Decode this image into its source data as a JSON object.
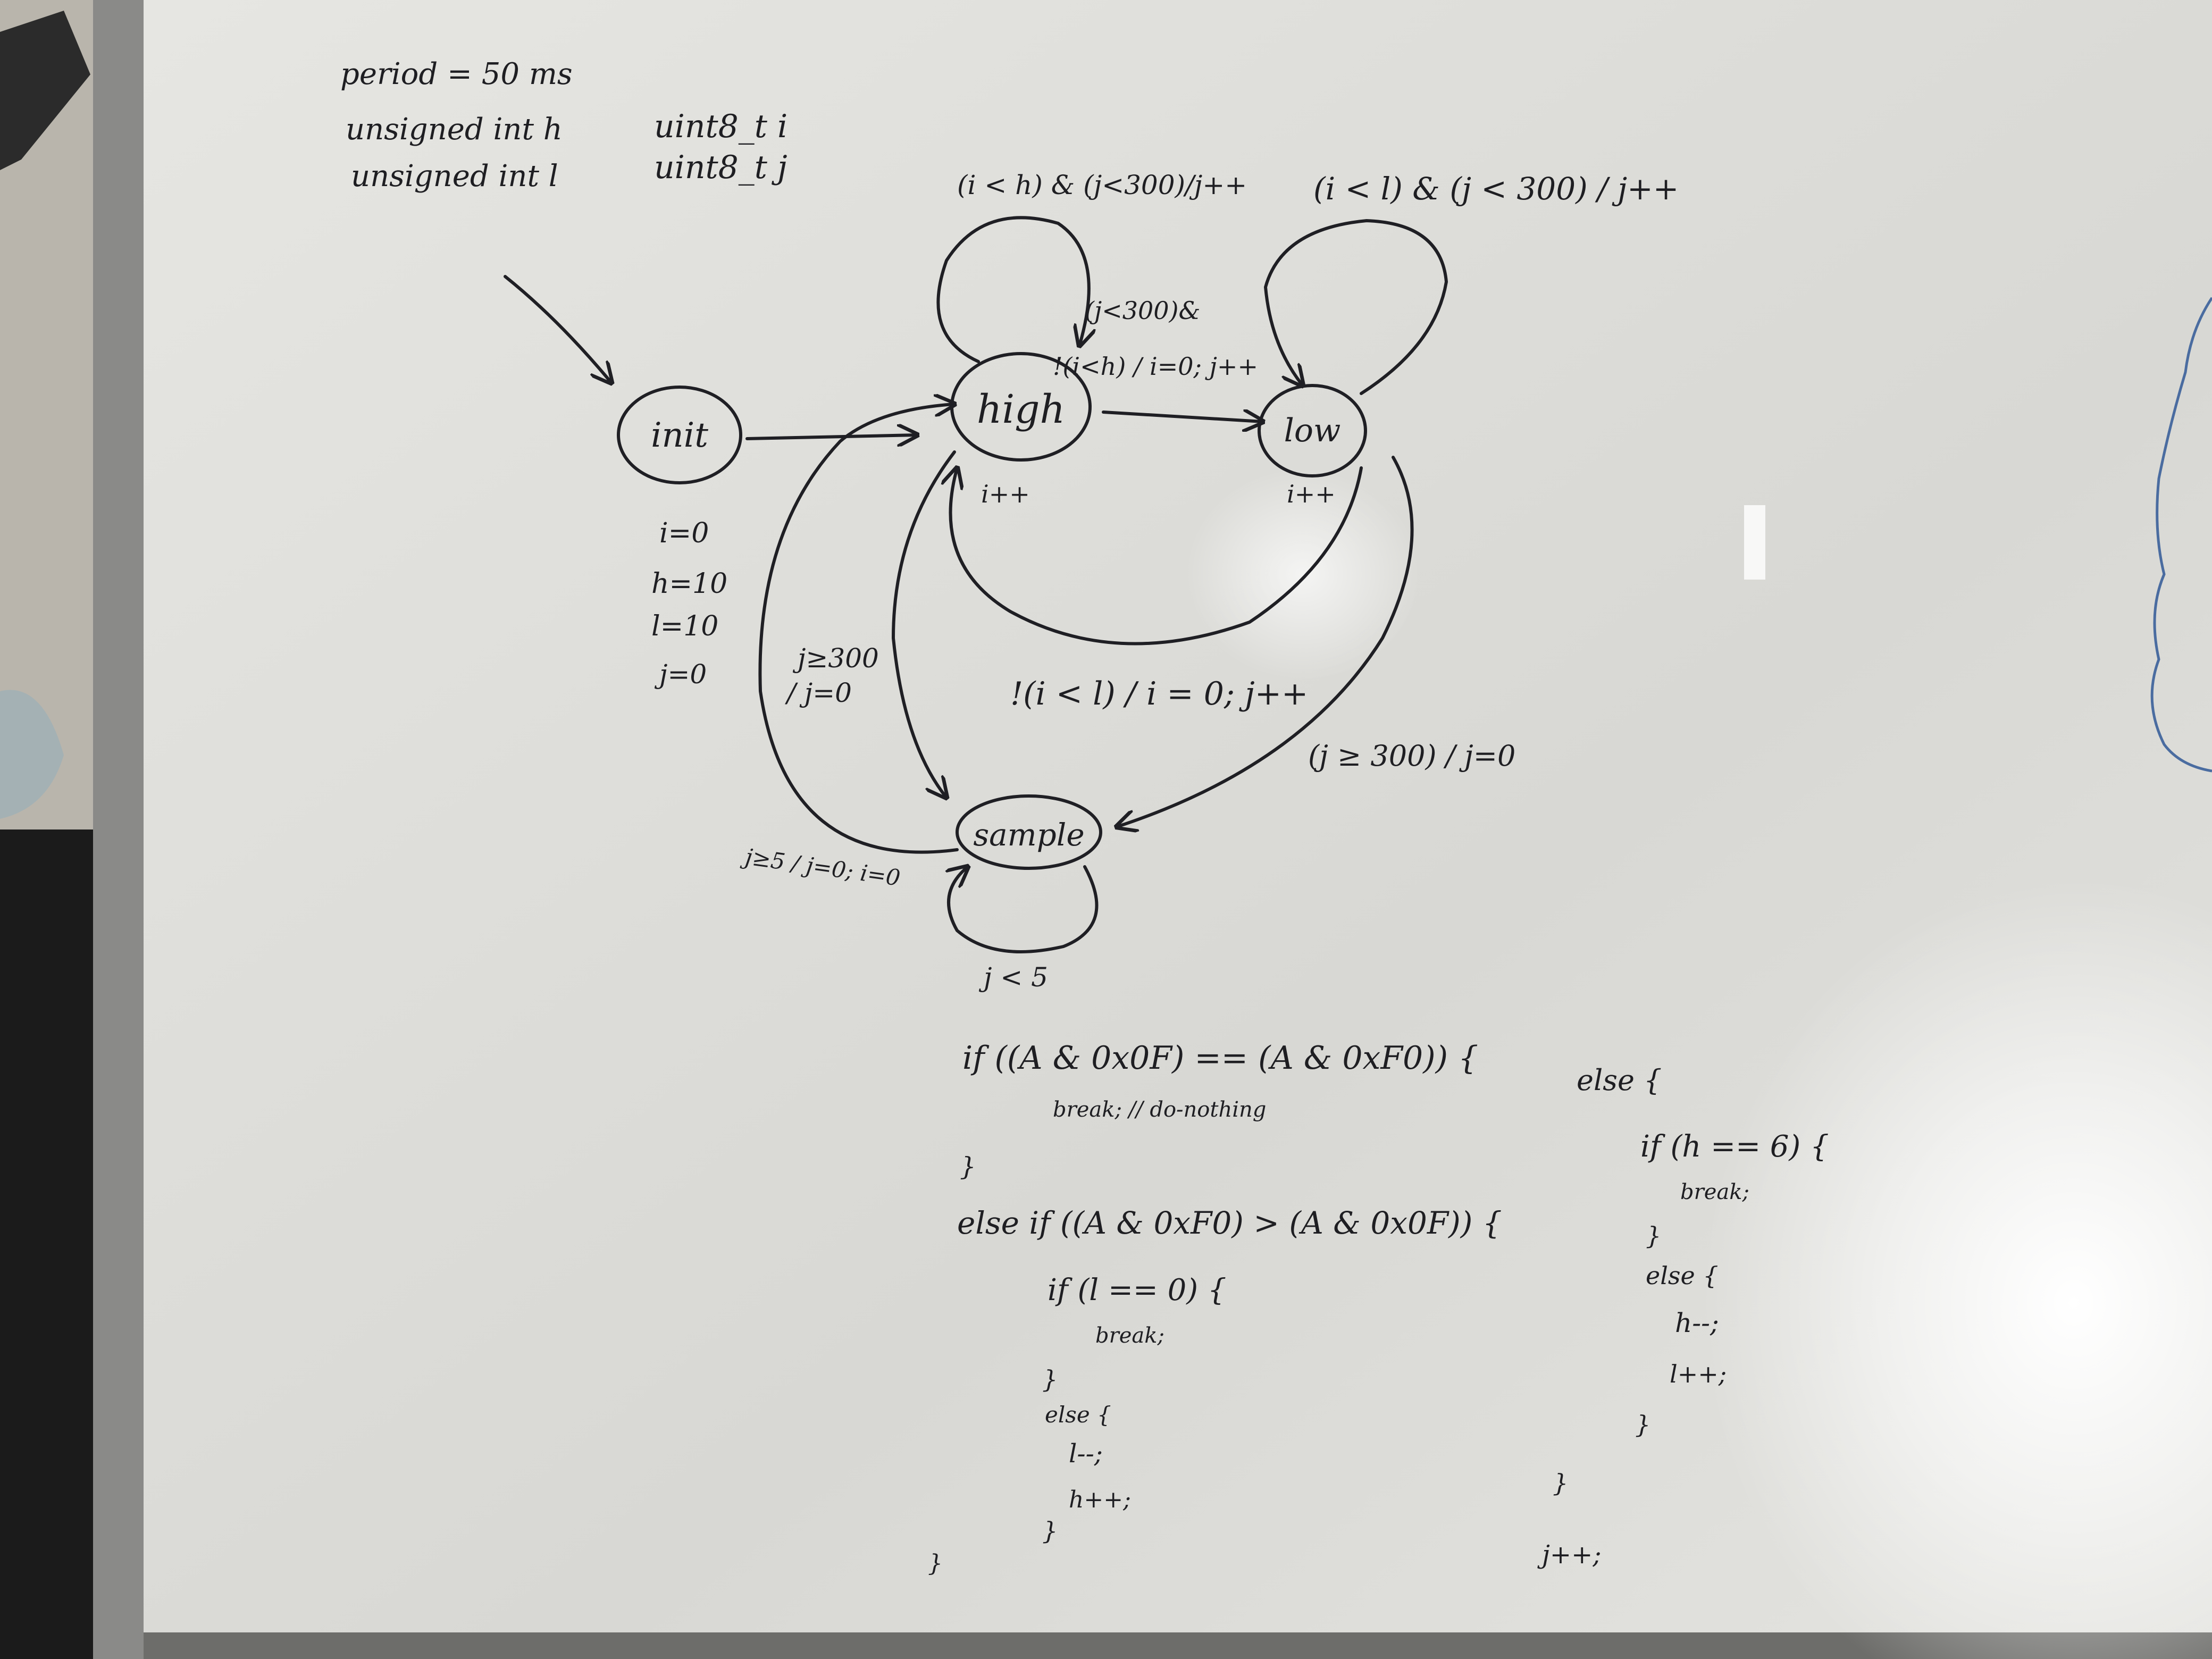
{
  "declarations": {
    "period": "period = 50 ms",
    "h_decl": "unsigned int h",
    "l_decl": "unsigned int l",
    "i_decl": "uint8_t i",
    "j_decl": "uint8_t j"
  },
  "states": {
    "init": "init",
    "high": "high",
    "low": "low",
    "sample": "sample"
  },
  "init_actions": [
    "i=0",
    "h=10",
    "l=10",
    "j=0"
  ],
  "state_actions": {
    "high": "i++",
    "low": "i++"
  },
  "transitions": {
    "high_self": "(i < h) & (j<300)/j++",
    "low_self": "(i < l) & (j < 300) / j++",
    "high_to_low_1": "(j<300)&",
    "high_to_low_2": "!(i<h) / i=0; j++",
    "low_to_high": "!(i < l) / i = 0; j++",
    "low_to_sample": "(j ≥ 300) / j=0",
    "high_to_sample_1": "j≥300",
    "high_to_sample_2": "/ j=0",
    "sample_to_high": "j≥5 / j=0; i=0",
    "sample_self": "j < 5"
  },
  "code_left": {
    "l1": "if ((A & 0x0F) == (A & 0xF0)) {",
    "l2": "break; // do-nothing",
    "l3": "}",
    "l4": "else if ((A & 0xF0) > (A & 0x0F)) {",
    "l5": "if (l == 0) {",
    "l6": "break;",
    "l7": "}",
    "l8": "else {",
    "l9": "l--;",
    "l10": "h++;",
    "l11": "}",
    "l12": "}"
  },
  "code_right": {
    "r1": "else {",
    "r2": "if (h == 6) {",
    "r3": "break;",
    "r4": "}",
    "r5": "else {",
    "r6": "h--;",
    "r7": "l++;",
    "r8": "}",
    "r9": "}",
    "r10": "j++;"
  },
  "colors": {
    "board": "#dcdcd8",
    "frame": "#8a8a88",
    "ink": "#1f1f24",
    "wall": "#2a2a28",
    "blue_marker": "#4a6ca0"
  }
}
